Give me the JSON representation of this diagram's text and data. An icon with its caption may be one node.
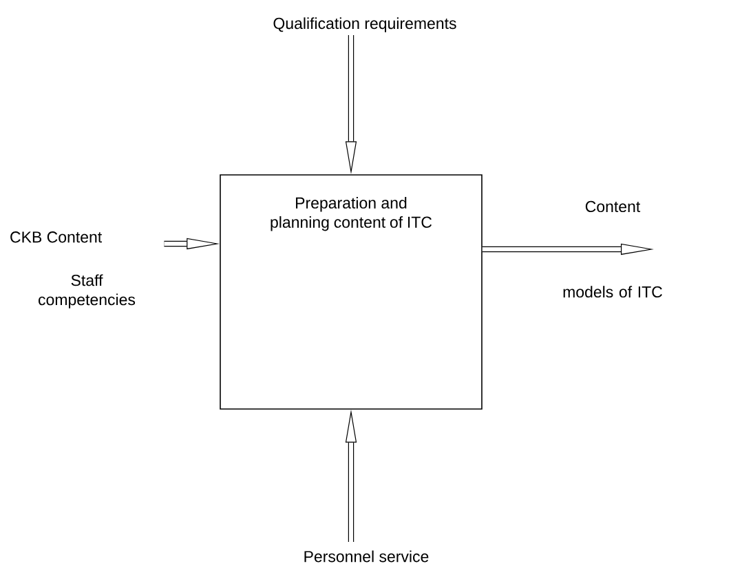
{
  "diagram": {
    "nodes": [
      {
        "text": [
          "Preparation and planning content of ITC"
        ]
      },
      {
        "text": [
          "Qualification requirements"
        ]
      },
      {
        "text": [
          "CKB Content",
          "Staff competencies"
        ]
      },
      {
        "text": [
          "Content models of ITC"
        ]
      },
      {
        "text": [
          "Personnel service"
        ]
      }
    ],
    "edges": [
      {
        "from": 1,
        "to": 0,
        "arrow": "to"
      },
      {
        "from": 2,
        "to": 0,
        "arrow": "to"
      },
      {
        "from": 0,
        "to": 3,
        "arrow": "to"
      },
      {
        "from": 4,
        "to": 0,
        "arrow": "to"
      }
    ]
  }
}
